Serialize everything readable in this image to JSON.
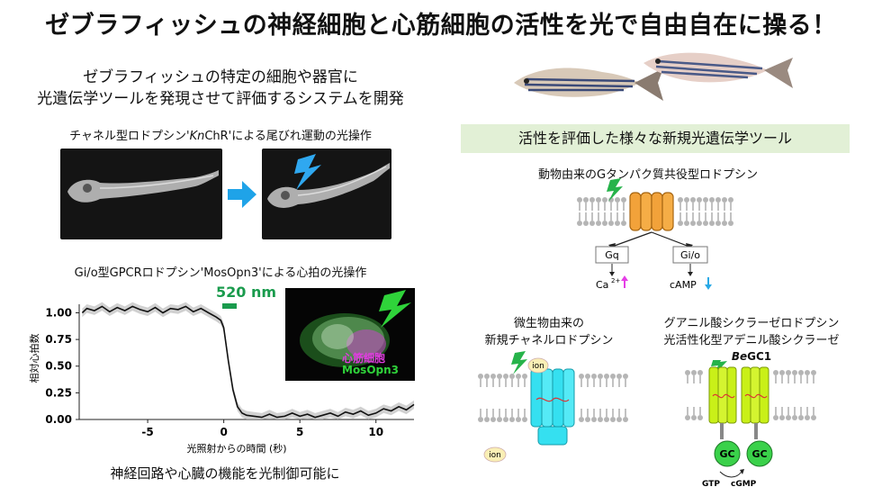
{
  "title": "ゼブラフィッシュの神経細胞と心筋細胞の活性を光で自由自在に操る！",
  "left": {
    "intro_line1": "ゼブラフィッシュの特定の細胞や器官に",
    "intro_line2": "光遺伝学ツールを発現させて評価するシステムを開発",
    "caption_tail_pre": "チャネル型ロドプシン'",
    "caption_tail_em": "Kn",
    "caption_tail_post": "ChR'による尾びれ運動の光操作",
    "caption_heart": "Gi/o型GPCRロドプシン'MosOpn3'による心拍の光操作",
    "wavelength": "520 nm",
    "micro_label_1": "心筋細胞",
    "micro_label_2": "MosOpn3",
    "bottom": "神経回路や心臓の機能を光制御可能に"
  },
  "right": {
    "band": "活性を評価した様々な新規光遺伝学ツール",
    "gprotein_title": "動物由来のGタンパク質共役型ロドプシン",
    "gq": "Gq",
    "gio": "Gi/o",
    "ca": "Ca",
    "ca_sup": "2+",
    "camp": "cAMP",
    "microbial_l1": "微生物由来の",
    "microbial_l2": "新規チャネルロドプシン",
    "ion": "ion",
    "guanyl_l1": "グアニル酸シクラーゼロドプシン",
    "guanyl_l2": "光活性化型アデニル酸シクラーゼ",
    "begc1_em": "Be",
    "begc1": "GC1",
    "gc": "GC",
    "gtp": "GTP",
    "cgmp": "cGMP",
    "colors": {
      "up": "#e53ee6",
      "down": "#29a9e6",
      "green": "#1a9b4d"
    }
  },
  "chart_data": {
    "type": "line",
    "xlabel": "光照射からの時間 (秒)",
    "ylabel": "相対心拍数",
    "xlim": [
      -9.5,
      12.5
    ],
    "ylim": [
      0,
      1.08
    ],
    "xticks": [
      -5,
      0,
      5,
      10
    ],
    "yticks": [
      0.0,
      0.25,
      0.5,
      0.75,
      1.0
    ],
    "ytick_labels": [
      "0.00",
      "0.25",
      "0.50",
      "0.75",
      "1.00"
    ],
    "light_on_range": [
      0,
      12.5
    ],
    "series": [
      {
        "x": [
          -9.3,
          -9.0,
          -8.5,
          -8.0,
          -7.5,
          -7.0,
          -6.5,
          -6.0,
          -5.5,
          -5.0,
          -4.5,
          -4.0,
          -3.5,
          -3.0,
          -2.5,
          -2.0,
          -1.5,
          -1.0,
          -0.5,
          -0.2,
          0.0,
          0.3,
          0.6,
          0.9,
          1.2,
          1.5,
          2.0,
          2.5,
          3.0,
          3.5,
          4.0,
          4.5,
          5.0,
          5.5,
          6.0,
          6.5,
          7.0,
          7.5,
          8.0,
          8.5,
          9.0,
          9.5,
          10.0,
          10.5,
          11.0,
          11.5,
          12.0,
          12.5
        ],
        "y": [
          1.0,
          1.04,
          1.02,
          1.06,
          1.01,
          1.05,
          1.02,
          1.06,
          1.03,
          1.01,
          1.05,
          1.0,
          1.04,
          1.03,
          1.06,
          1.01,
          1.04,
          1.0,
          0.96,
          0.93,
          0.86,
          0.55,
          0.28,
          0.12,
          0.06,
          0.04,
          0.03,
          0.02,
          0.05,
          0.02,
          0.03,
          0.06,
          0.03,
          0.05,
          0.02,
          0.04,
          0.06,
          0.03,
          0.07,
          0.05,
          0.08,
          0.04,
          0.06,
          0.1,
          0.08,
          0.12,
          0.09,
          0.14
        ]
      }
    ]
  }
}
